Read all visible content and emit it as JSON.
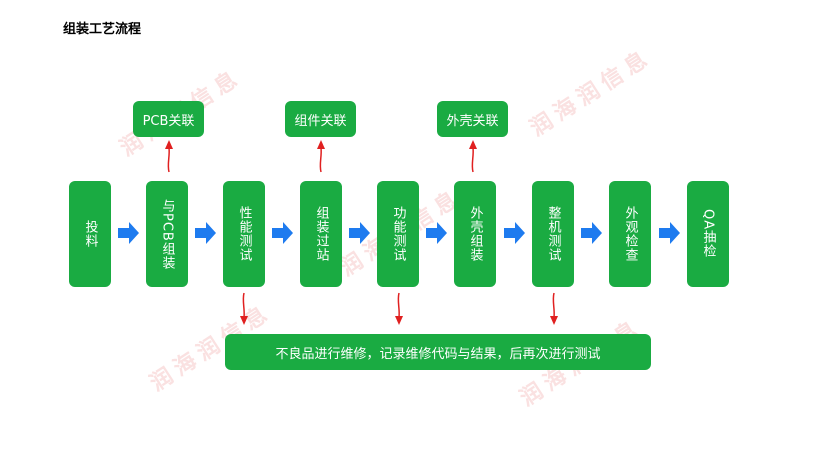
{
  "title": "组装工艺流程",
  "steps": [
    {
      "label": "投料"
    },
    {
      "label": "与PCB组装"
    },
    {
      "label": "性能测试"
    },
    {
      "label": "组装过站"
    },
    {
      "label": "功能测试"
    },
    {
      "label": "外壳组装"
    },
    {
      "label": "整机测试"
    },
    {
      "label": "外观检查"
    },
    {
      "label": "QA抽检"
    }
  ],
  "associations": [
    {
      "label": "PCB关联"
    },
    {
      "label": "组件关联"
    },
    {
      "label": "外壳关联"
    }
  ],
  "rework_note": "不良品进行维修，记录维修代码与结果，后再次进行测试",
  "watermark": "润海润信息",
  "colors": {
    "box": "#1aab42",
    "flow_arrow": "#1e7bef",
    "red_arrow": "#e02020"
  }
}
